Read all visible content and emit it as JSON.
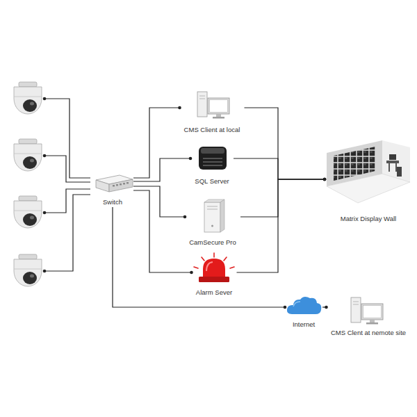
{
  "diagram": {
    "nodes": [
      {
        "text": [
          "CMS Client at local"
        ]
      },
      {
        "text": [
          "SQL Server"
        ]
      },
      {
        "text": [
          "Switch"
        ]
      },
      {
        "text": [
          "Matrix Display Wall"
        ]
      },
      {
        "text": [
          "CamSecure Pro"
        ]
      },
      {
        "text": [
          "Alarm Sever"
        ]
      },
      {
        "text": [
          "Internet"
        ]
      },
      {
        "text": [
          "CMS Clent at nemote site"
        ]
      }
    ],
    "edges": [
      {
        "from": 2,
        "to": 0,
        "arrow": "none"
      },
      {
        "from": 2,
        "to": 1,
        "arrow": "none"
      },
      {
        "from": 2,
        "to": 4,
        "arrow": "none"
      },
      {
        "from": 2,
        "to": 5,
        "arrow": "none"
      },
      {
        "from": 0,
        "to": 3,
        "arrow": "none"
      },
      {
        "from": 1,
        "to": 3,
        "arrow": "none"
      },
      {
        "from": 4,
        "to": 3,
        "arrow": "none"
      },
      {
        "from": 5,
        "to": 3,
        "arrow": "none"
      },
      {
        "from": 2,
        "to": 6,
        "arrow": "none"
      },
      {
        "from": 6,
        "to": 7,
        "arrow": "none"
      }
    ]
  }
}
